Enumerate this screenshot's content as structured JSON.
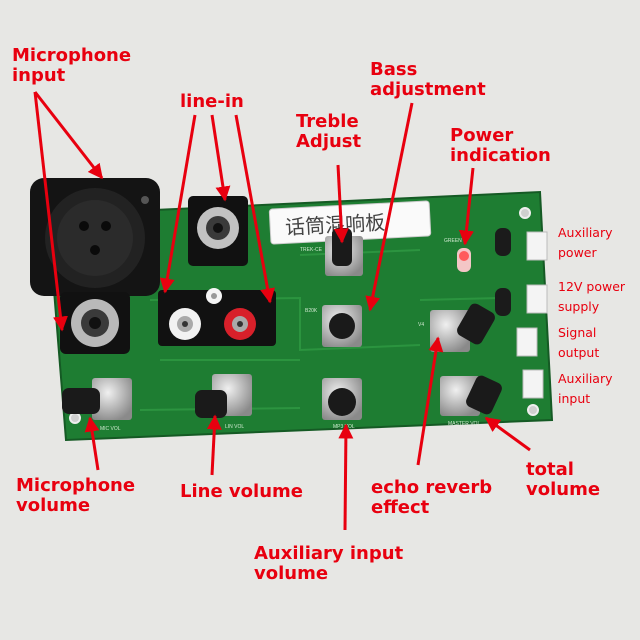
{
  "labels": {
    "microphone_input": [
      "Microphone",
      "input"
    ],
    "line_in": "line-in",
    "treble_adjust": [
      "Treble",
      "Adjust"
    ],
    "bass_adjustment": [
      "Bass",
      "adjustment"
    ],
    "power_indication": [
      "Power",
      "indication"
    ],
    "microphone_volume": [
      "Microphone",
      "volume"
    ],
    "line_volume": "Line volume",
    "auxiliary_input_volume": [
      "Auxiliary input",
      "volume"
    ],
    "echo_reverb_effect": [
      "echo reverb",
      "effect"
    ],
    "total_volume": [
      "total",
      "volume"
    ]
  },
  "side_labels": {
    "auxiliary_power": [
      "Auxiliary",
      "power"
    ],
    "power_12v_supply": [
      "12V power",
      "supply"
    ],
    "signal_output": [
      "Signal",
      "output"
    ],
    "auxiliary_input": [
      "Auxiliary",
      "input"
    ]
  },
  "board_sticker": "话筒混响板",
  "silkscreen": {
    "mic_vol": "MIC VOL",
    "line_vol": "LIN VOL",
    "mp3_vol": "MP3 VOL",
    "master_vol": "MASTER VOL",
    "treble": "TREK-CE",
    "bass": "B20K",
    "echo": "V4",
    "power_led": "GREEN"
  },
  "colors": {
    "pcb": "#1e7d32",
    "label_red": "#e8000f",
    "knob": "#1a1a1a",
    "rca_white": "#f2f2f2",
    "rca_red": "#d8202a"
  }
}
